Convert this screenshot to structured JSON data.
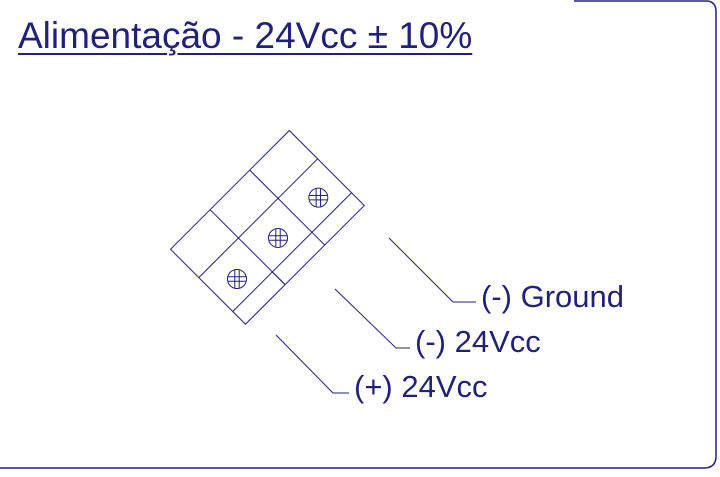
{
  "title": "Alimentação - 24Vcc ± 10%",
  "terminals": [
    {
      "label": "(-) Ground"
    },
    {
      "label": "(-) 24Vcc"
    },
    {
      "label": "(+) 24Vcc"
    }
  ],
  "colors": {
    "ink": "#22217a",
    "border": "#22217a",
    "background": "#ffffff"
  }
}
